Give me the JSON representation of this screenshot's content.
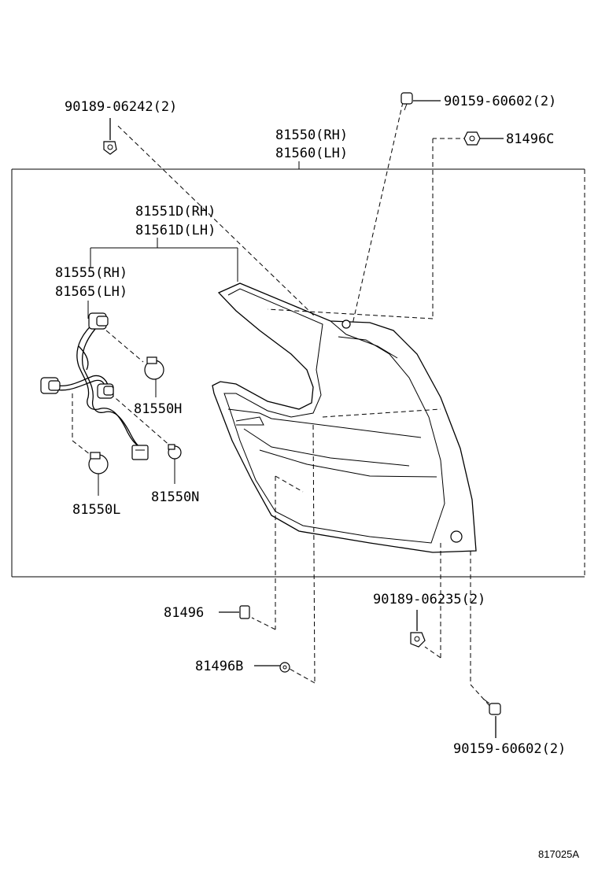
{
  "labels": {
    "bolt_top_left": "90189-06242(2)",
    "screw_top_right": "90159-60602(2)",
    "assy_rh": "81550(RH)",
    "assy_lh": "81560(LH)",
    "clip_c": "81496C",
    "lens_rh": "81551D(RH)",
    "lens_lh": "81561D(LH)",
    "socket_rh": "81555(RH)",
    "socket_lh": "81565(LH)",
    "bulb_h": "81550H",
    "bulb_n": "81550N",
    "bulb_l": "81550L",
    "clip": "81496",
    "clip_b": "81496B",
    "bolt_bottom": "90189-06235(2)",
    "screw_bottom": "90159-60602(2)",
    "diagram_code": "817025A"
  }
}
